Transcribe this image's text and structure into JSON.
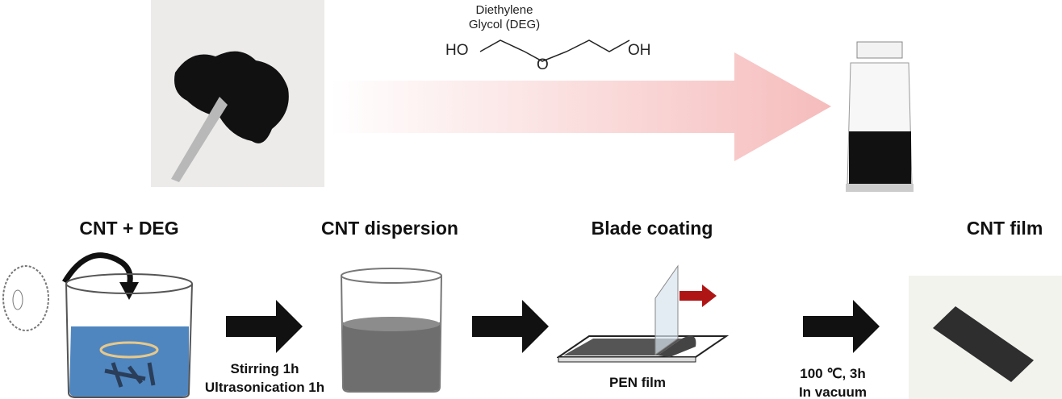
{
  "molecule": {
    "name_line1": "Diethylene",
    "name_line2": "Glycol (DEG)",
    "left_group": "HO",
    "ether_atom": "O",
    "right_group": "OH"
  },
  "steps": [
    {
      "title": "CNT + DEG"
    },
    {
      "title": "CNT dispersion"
    },
    {
      "title": "Blade coating",
      "substrate_label": "PEN film"
    },
    {
      "title": "CNT film"
    }
  ],
  "conditions": {
    "step1_line1": "Stirring 1h",
    "step1_line2": "Ultrasonication 1h",
    "step3_line1": "100 ℃, 3h",
    "step3_line2": "In vacuum"
  },
  "colors": {
    "solvent_blue": "#4f86c0",
    "dispersion_gray": "#6e6e6e",
    "process_arrow": "#111111",
    "coating_arrow": "#b01515",
    "transfer_arrow": "#f7c4c4"
  }
}
